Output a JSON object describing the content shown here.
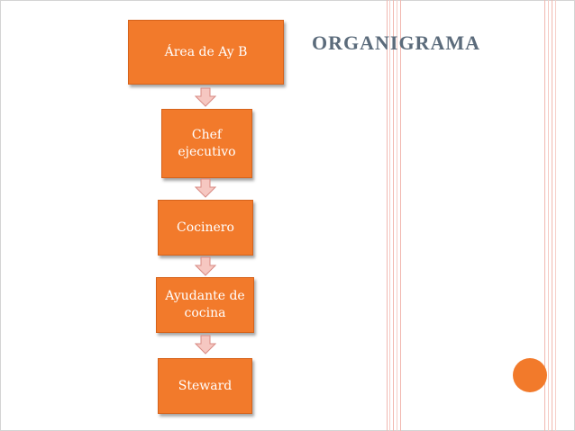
{
  "title": "ORGANIGRAMA",
  "colors": {
    "node_fill": "#f27a2b",
    "node_border": "#d6621a",
    "arrow_fill": "#f6c7c1",
    "arrow_stroke": "#d88b84",
    "title_text": "#5b6b7b",
    "stripe": "#f1b8b0",
    "accent_circle": "#f27a2b"
  },
  "org_chart": {
    "nodes": [
      {
        "id": "area-ayb",
        "label": "Área de Ay B"
      },
      {
        "id": "chef-ejecutivo",
        "label": "Chef ejecutivo"
      },
      {
        "id": "cocinero",
        "label": "Cocinero"
      },
      {
        "id": "ayudante-cocina",
        "label": "Ayudante de cocina"
      },
      {
        "id": "steward",
        "label": "Steward"
      }
    ],
    "edges": [
      {
        "from": "area-ayb",
        "to": "chef-ejecutivo"
      },
      {
        "from": "chef-ejecutivo",
        "to": "cocinero"
      },
      {
        "from": "cocinero",
        "to": "ayudante-cocina"
      },
      {
        "from": "ayudante-cocina",
        "to": "steward"
      }
    ]
  }
}
